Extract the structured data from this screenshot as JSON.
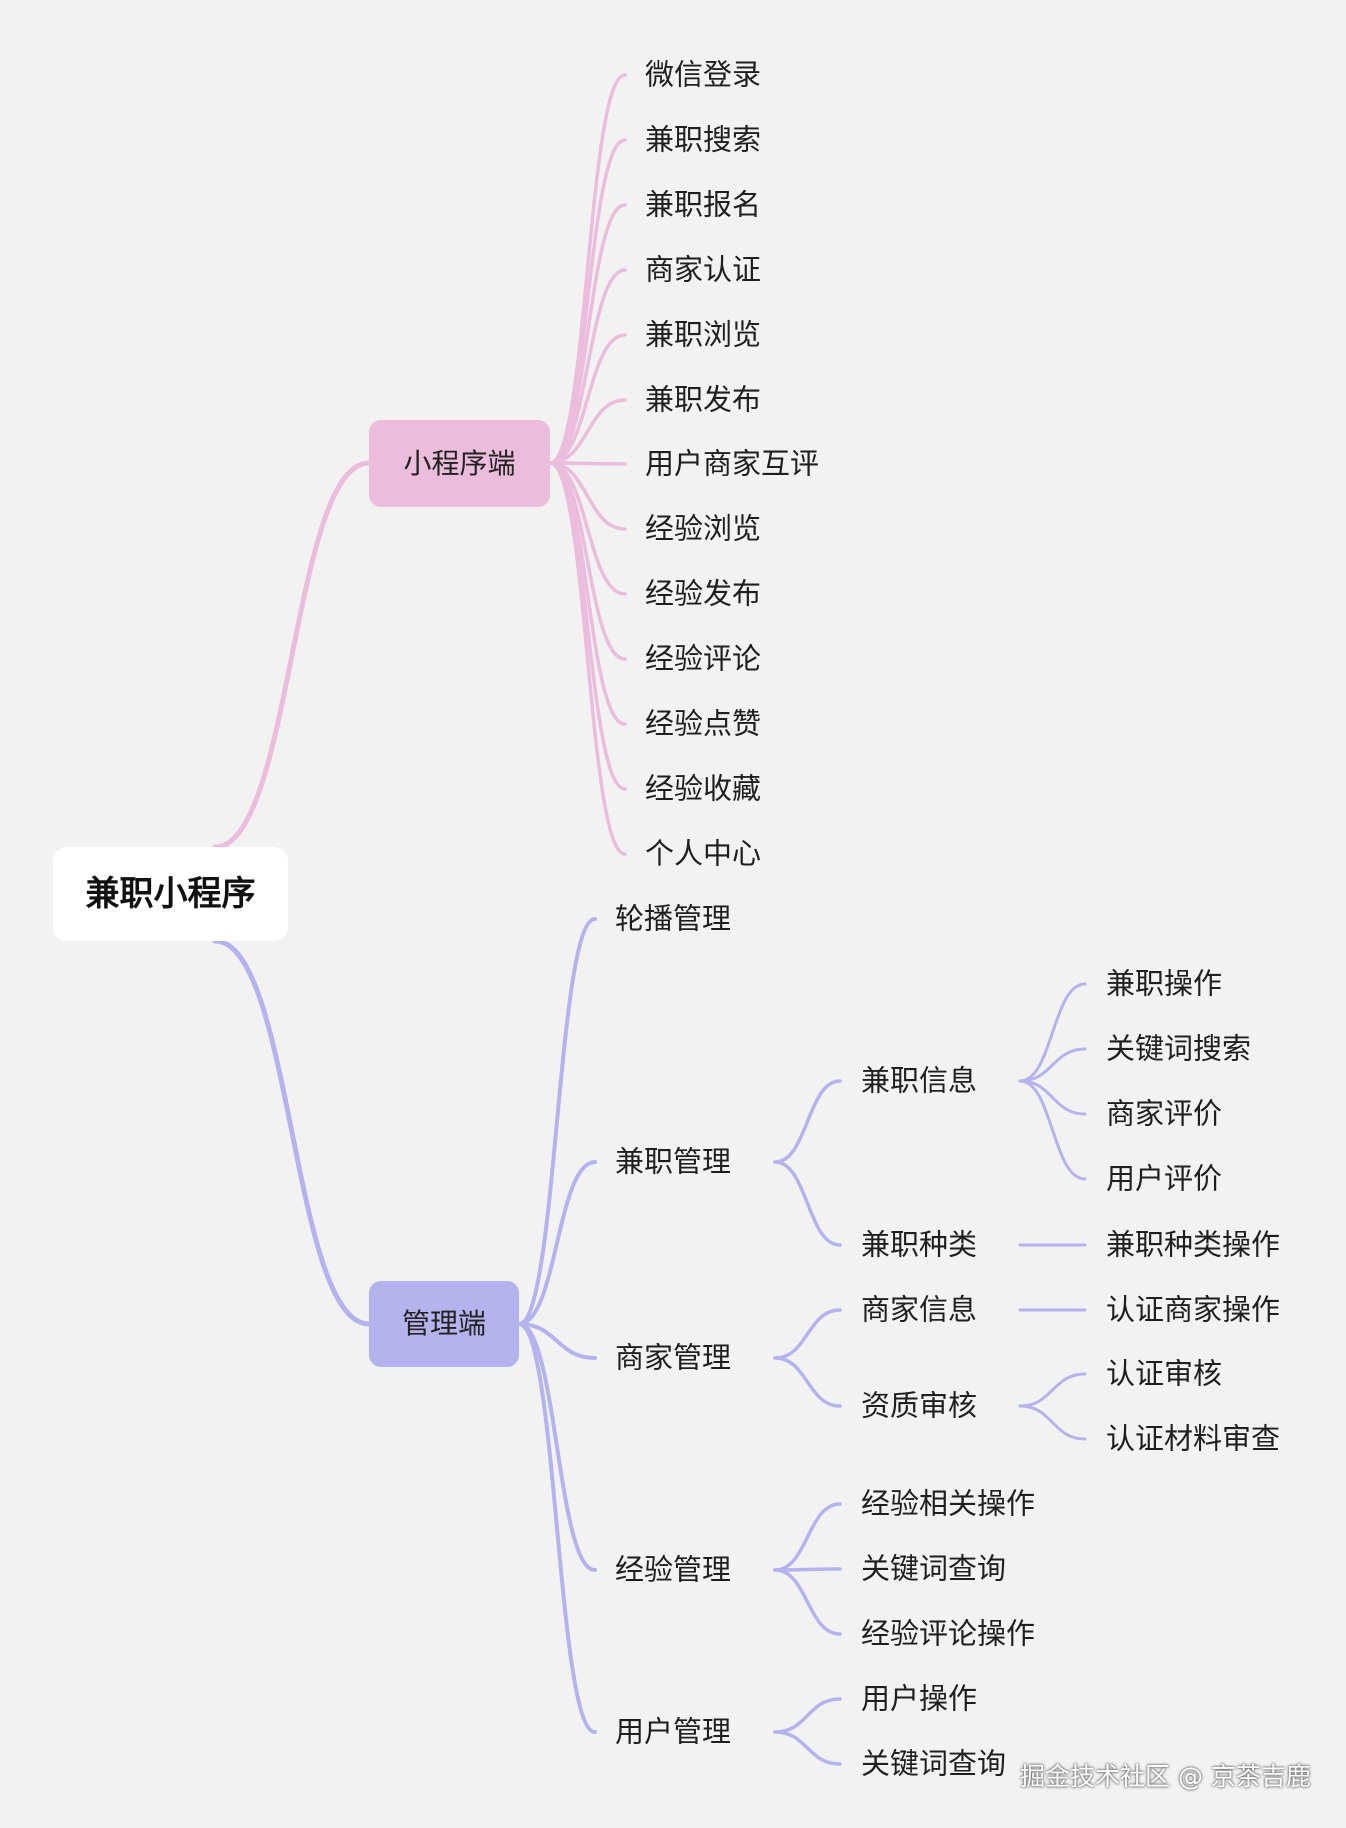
{
  "root": {
    "label": "兼职小程序"
  },
  "branches": {
    "mini": {
      "label": "小程序端",
      "color": "#ebbcdc",
      "items": [
        "微信登录",
        "兼职搜索",
        "兼职报名",
        "商家认证",
        "兼职浏览",
        "兼职发布",
        "用户商家互评",
        "经验浏览",
        "经验发布",
        "经验评论",
        "经验点赞",
        "经验收藏",
        "个人中心"
      ]
    },
    "admin": {
      "label": "管理端",
      "color": "#b5b3ee",
      "items": [
        {
          "label": "轮播管理",
          "children": []
        },
        {
          "label": "兼职管理",
          "children": [
            {
              "label": "兼职信息",
              "children": [
                "兼职操作",
                "关键词搜索",
                "商家评价",
                "用户评价"
              ]
            },
            {
              "label": "兼职种类",
              "children": [
                "兼职种类操作"
              ]
            }
          ]
        },
        {
          "label": "商家管理",
          "children": [
            {
              "label": "商家信息",
              "children": [
                "认证商家操作"
              ]
            },
            {
              "label": "资质审核",
              "children": [
                "认证审核",
                "认证材料审查"
              ]
            }
          ]
        },
        {
          "label": "经验管理",
          "children": [
            {
              "label": "经验相关操作",
              "children": []
            },
            {
              "label": "关键词查询",
              "children": []
            },
            {
              "label": "经验评论操作",
              "children": []
            }
          ]
        },
        {
          "label": "用户管理",
          "children": [
            {
              "label": "用户操作",
              "children": []
            },
            {
              "label": "关键词查询",
              "children": []
            }
          ]
        }
      ]
    }
  },
  "watermark": "掘金技术社区 @ 京茶吉鹿"
}
